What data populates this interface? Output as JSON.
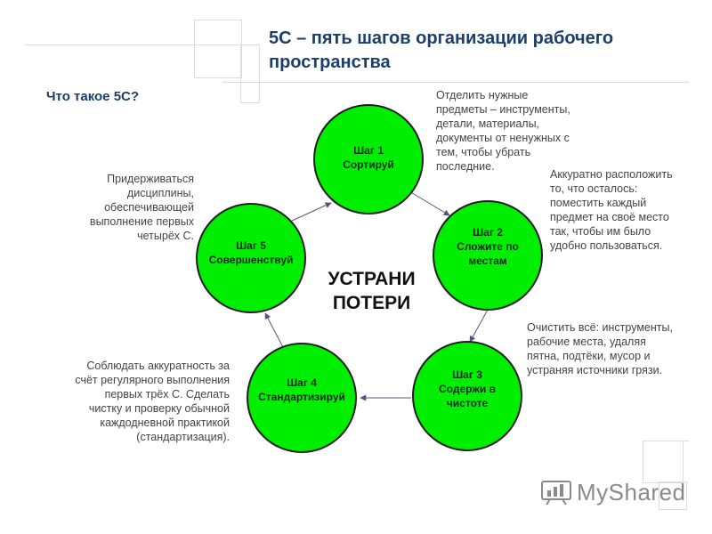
{
  "title": "5С – пять шагов организации рабочего пространства",
  "subtitle": "Что такое 5С?",
  "center_label": "УСТРАНИ\nПОТЕРИ",
  "colors": {
    "circle_fill": "#00ee00",
    "circle_stroke": "#1e1e1e",
    "title": "#1b3f6a",
    "arrow": "#555577"
  },
  "steps": [
    {
      "id": "step1",
      "title": "Шаг 1",
      "action": "Сортируй",
      "description": "Отделить нужные\nпредметы – инструменты,\nдетали, материалы,\nдокументы от ненужных с\nтем, чтобы убрать\nпоследние."
    },
    {
      "id": "step2",
      "title": "Шаг 2",
      "action": "Сложите по местам",
      "description": "Аккуратно расположить\nто, что осталось:\nпоместить каждый\nпредмет на своё место\nтак, чтобы им было\nудобно пользоваться."
    },
    {
      "id": "step3",
      "title": "Шаг 3",
      "action": "Содержи в чистоте",
      "description": "Очистить всё: инструменты,\nрабочие места, удаляя\nпятна, подтёки, мусор и\nустраняя источники грязи."
    },
    {
      "id": "step4",
      "title": "Шаг 4",
      "action": "Стандартизируй",
      "description": "Соблюдать аккуратность за\nсчёт регулярного выполнения\nпервых трёх С. Сделать\nчистку и проверку обычной\nкаждодневной практикой\n(стандартизация)."
    },
    {
      "id": "step5",
      "title": "Шаг 5",
      "action": "Совершенствуй",
      "description": "Придерживаться\nдисциплины,\nобеспечивающей\nвыполнение первых\nчетырёх С."
    }
  ],
  "watermark": {
    "text": "MyShared",
    "icon": "chart-logo-icon"
  }
}
